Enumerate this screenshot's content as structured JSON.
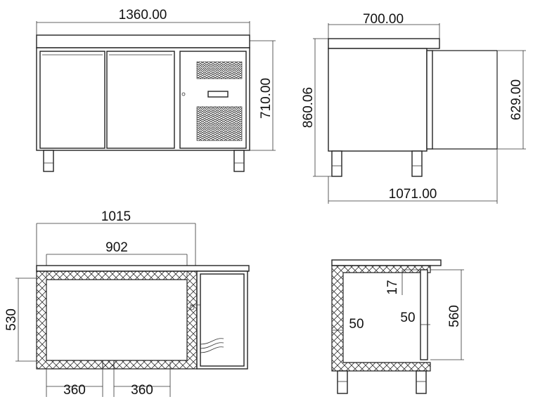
{
  "front_view": {
    "width_label": "1360.00",
    "height_label": "710.00"
  },
  "side_view": {
    "depth_label": "700.00",
    "total_height_label": "860.06",
    "door_height_label": "629.00",
    "open_depth_label": "1071.00"
  },
  "plan_view": {
    "outer_width_label": "1015",
    "inner_width_label": "902",
    "depth_label": "530",
    "left_leg_label": "360",
    "right_leg_label": "360"
  },
  "section_view": {
    "wall_left_label": "50",
    "wall_right_label": "50",
    "top_label": "17",
    "height_label": "560"
  }
}
